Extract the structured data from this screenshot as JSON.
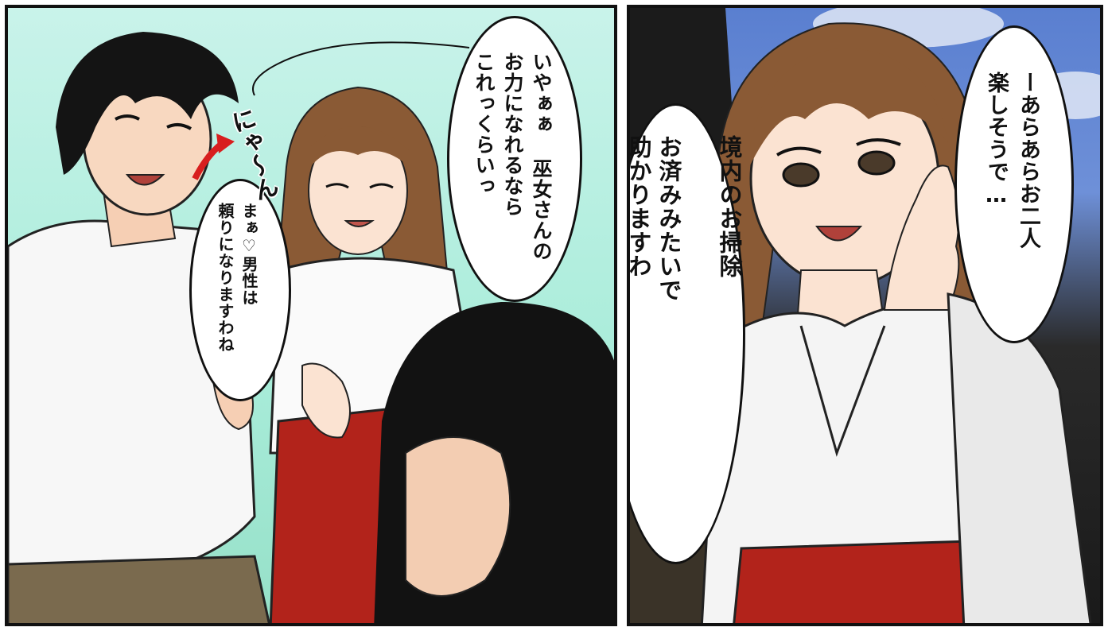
{
  "panels": [
    {
      "id": "left",
      "bubbles": [
        {
          "text": "いやぁぁ 巫女さんの\nお力になれるなら\nこれっくらいっ"
        },
        {
          "text": "まぁ♡男性は\n頼りになりますわね"
        }
      ],
      "sfx": "にゃ〜ん"
    },
    {
      "id": "right",
      "bubbles": [
        {
          "text": "ーあらあらお二人\n楽しそうで…"
        },
        {
          "text": "境内のお掃除\n\nお済みみたいで\n助かりますわ"
        }
      ]
    }
  ],
  "colors": {
    "panel_left_bg": "#b8f0e0",
    "sky": "#5a7fd0",
    "hakama_red": "#b2231b",
    "hair_brown": "#8a5a35",
    "hair_black": "#1a1a1a"
  }
}
